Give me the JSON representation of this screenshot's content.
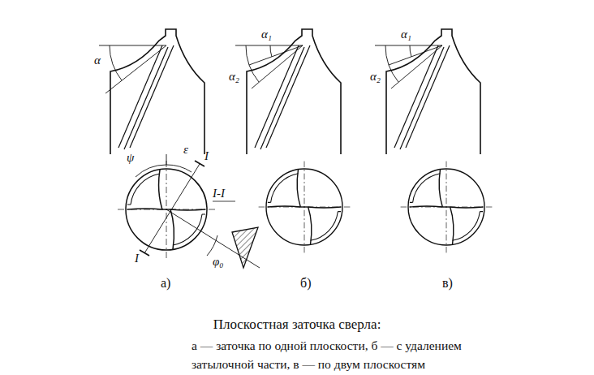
{
  "diagram": {
    "title": "Плоскостная заточка сверла:",
    "caption": "а — заточка по одной плоскости, б — с удалением затылочной части, в — по двум плоскостям",
    "labels": [
      "α",
      "α₂",
      "α₁",
      "α₁",
      "α₂",
      "ψ",
      "ε",
      "I",
      "I-I",
      "I",
      "φ₀",
      "а)",
      "б)",
      "в)"
    ]
  }
}
